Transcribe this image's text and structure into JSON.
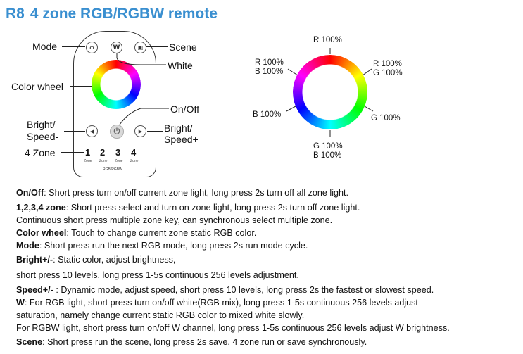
{
  "title": {
    "model": "R8",
    "name": "4 zone RGB/RGBW remote"
  },
  "diagram": {
    "mode": "Mode",
    "scene": "Scene",
    "white": "White",
    "color_wheel": "Color wheel",
    "onoff": "On/Off",
    "bright_speed_minus_1": "Bright/",
    "bright_speed_minus_2": "Speed-",
    "bright_speed_plus_1": "Bright/",
    "bright_speed_plus_2": "Speed+",
    "zone4": "4 Zone",
    "remote": {
      "w_key": "W",
      "zones": [
        "1",
        "2",
        "3",
        "4"
      ],
      "zone_tag": "Zone",
      "type_tag": "RGB/RGBW"
    }
  },
  "wheel": {
    "top": "R 100%",
    "top_left_1": "R 100%",
    "top_left_2": "B 100%",
    "top_right_1": "R 100%",
    "top_right_2": "G 100%",
    "left": "B 100%",
    "right": "G 100%",
    "bottom_1": "G 100%",
    "bottom_2": "B 100%"
  },
  "descriptions": [
    {
      "term": "On/Off",
      "text": ": Short press turn on/off current zone light, long press 2s turn off all zone light."
    },
    {
      "term": "1,2,3,4 zone",
      "text": ": Short press select and turn on zone light, long press 2s turn off zone light."
    },
    {
      "term": "",
      "text": "Continuous short press multiple zone key, can synchronous select multiple zone."
    },
    {
      "term": "Color wheel",
      "text": ": Touch to change current zone static RGB color."
    },
    {
      "term": "Mode",
      "text": ": Short press run the next RGB mode, long press 2s run mode cycle."
    },
    {
      "term": "Bright+/-",
      "text": ": Static color, adjust brightness,"
    },
    {
      "term": "",
      "text": "short press 10 levels, long press 1-5s continuous 256 levels adjustment."
    },
    {
      "term": "Speed+/- ",
      "text": ": Dynamic mode, adjust speed, short press 10 levels, long press 2s the fastest or slowest speed."
    },
    {
      "term": "W",
      "text": ": For RGB light, short press turn on/off white(RGB mix), long press 1-5s continuous 256 levels adjust"
    },
    {
      "term": "",
      "text": "saturation, namely change current static RGB color to mixed white slowly."
    },
    {
      "term": "",
      "text": "For RGBW light, short press turn on/off W channel, long press 1-5s continuous 256 levels adjust W brightness."
    },
    {
      "term": "Scene",
      "text": ": Short press run the scene, long press 2s save. 4 zone run or save synchronously."
    }
  ]
}
